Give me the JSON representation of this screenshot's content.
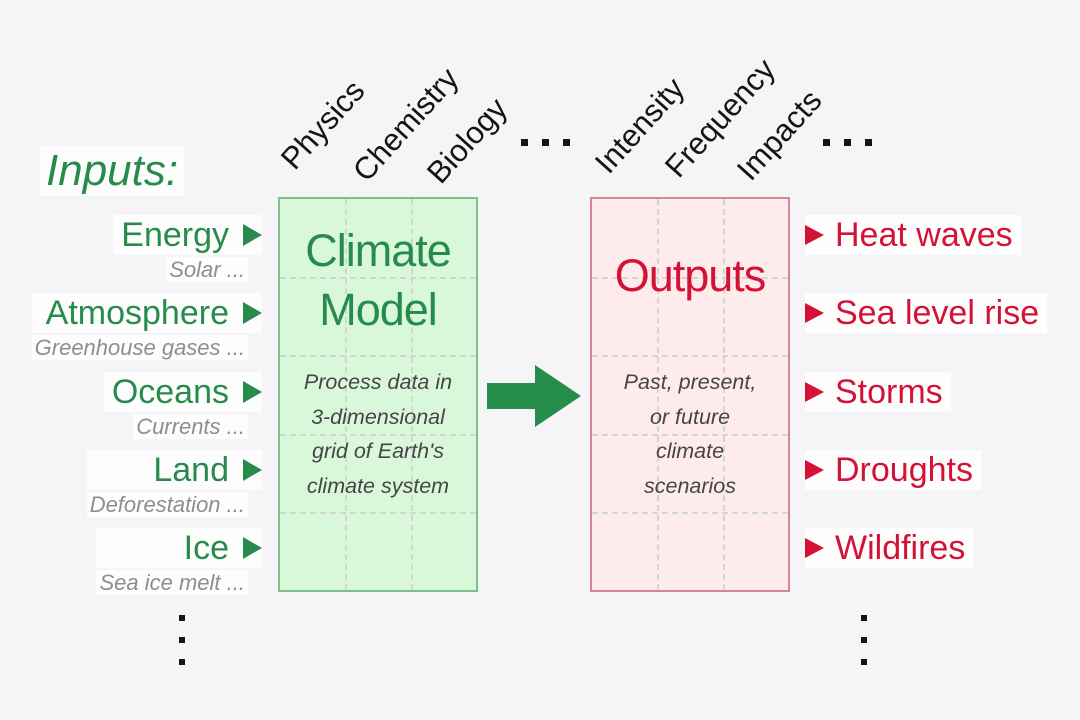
{
  "diagram": {
    "title_hint": "Climate model inputs and outputs diagram",
    "colors": {
      "background": "#f5f5f8",
      "green": "#278c4b",
      "green_box_fill": "#d9f8da",
      "green_box_border": "#7fbf8e",
      "red": "#d41235",
      "pink_box_fill": "#fdeceb",
      "pink_box_border": "#d5879a",
      "gray": "#8e8e92",
      "dark_gray": "#454547",
      "black": "#141414",
      "grid_dash": "#d2d6d2"
    },
    "inputs": {
      "title": "Inputs:",
      "items": [
        {
          "label": "Energy",
          "detail": "Solar ..."
        },
        {
          "label": "Atmosphere",
          "detail": "Greenhouse gases ..."
        },
        {
          "label": "Oceans",
          "detail": "Currents ..."
        },
        {
          "label": "Land",
          "detail": "Deforestation ..."
        },
        {
          "label": "Ice",
          "detail": "Sea ice melt ..."
        }
      ],
      "more_indicator": "..."
    },
    "model_box": {
      "title": "Climate\nModel",
      "description": "Process data in\n3-dimensional\ngrid of Earth's\nclimate system",
      "column_labels": [
        "Physics",
        "Chemistry",
        "Biology"
      ],
      "more_indicator": "..."
    },
    "outputs_box": {
      "title": "Outputs",
      "description": "Past, present,\nor future\nclimate\nscenarios",
      "column_labels": [
        "Intensity",
        "Frequency",
        "Impacts"
      ],
      "more_indicator": "..."
    },
    "outputs": {
      "items": [
        "Heat waves",
        "Sea level rise",
        "Storms",
        "Droughts",
        "Wildfires"
      ],
      "more_indicator": "..."
    }
  }
}
